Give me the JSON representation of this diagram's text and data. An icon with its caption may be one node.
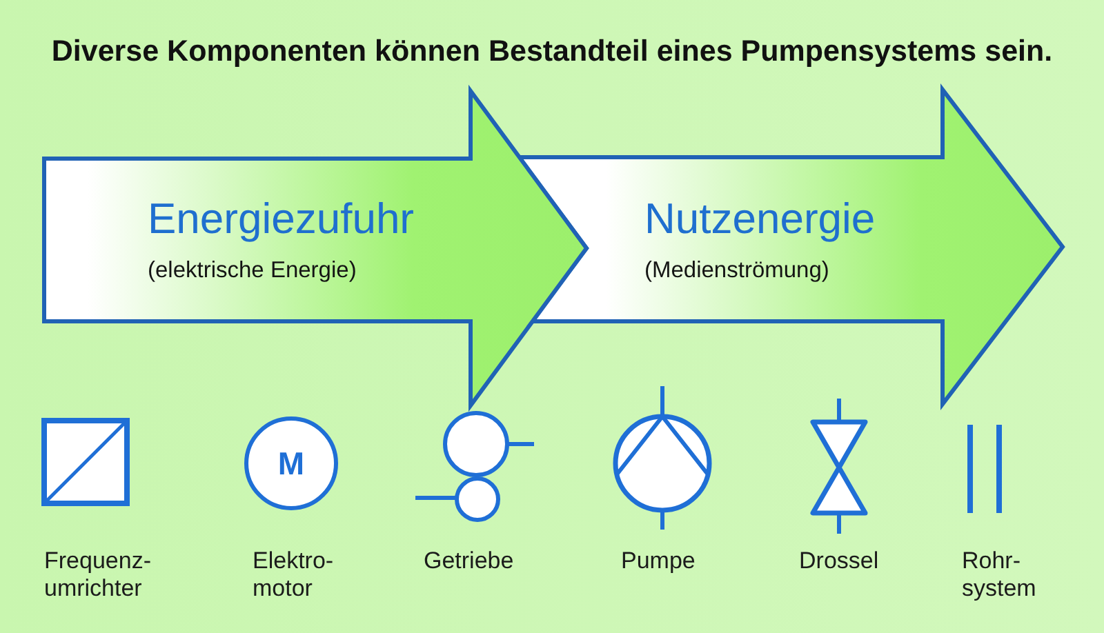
{
  "diagram": {
    "title": "Diverse Komponenten können Bestandteil eines Pumpensystems sein.",
    "nodes": [
      {
        "text": [
          "Energiezufuhr",
          "(elektrische Energie)"
        ]
      },
      {
        "text": [
          "Nutzenergie",
          "(Medienströmung)"
        ]
      },
      {
        "text": [],
        "shape": "box",
        "beside": [
          "Frequenz- umrichter"
        ]
      },
      {
        "text": [
          "M"
        ],
        "beside": [
          "Elektro- motor"
        ]
      },
      {
        "text": [],
        "shape": "picture",
        "beside": [
          "Getriebe"
        ]
      },
      {
        "text": [],
        "shape": "picture",
        "beside": [
          "Pumpe"
        ]
      },
      {
        "text": [],
        "shape": "picture",
        "beside": [
          "Drossel"
        ]
      },
      {
        "text": [],
        "shape": "picture",
        "beside": [
          "Rohr- system"
        ]
      }
    ]
  }
}
